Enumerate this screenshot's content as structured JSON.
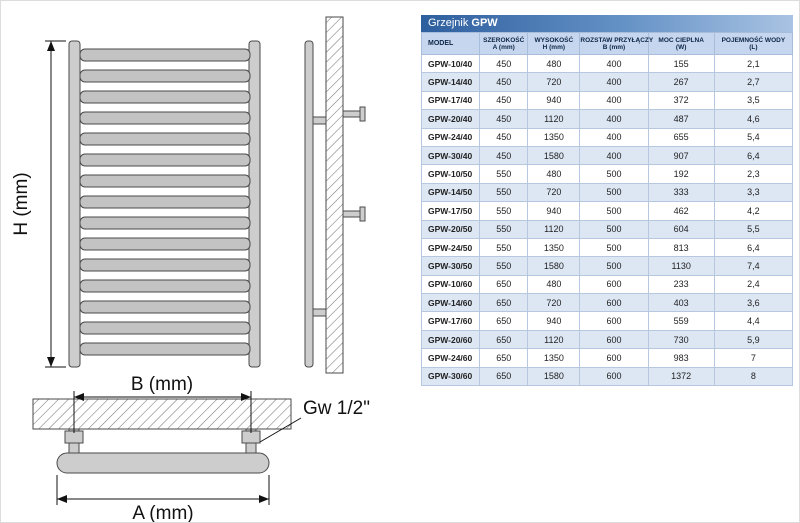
{
  "drawing": {
    "height_label": "H (mm)",
    "pitch_label": "B (mm)",
    "width_label": "A (mm)",
    "thread_label": "Gw 1/2\""
  },
  "table": {
    "title": {
      "prefix": "Grzejnik",
      "name": "GPW"
    },
    "columns": [
      {
        "name": "MODEL",
        "unit": ""
      },
      {
        "name": "SZEROKOŚĆ",
        "unit": "A (mm)"
      },
      {
        "name": "WYSOKOŚĆ",
        "unit": "H (mm)"
      },
      {
        "name": "ROZSTAW PRZYŁĄCZY",
        "unit": "B (mm)"
      },
      {
        "name": "MOC CIEPLNA",
        "unit": "(W)"
      },
      {
        "name": "POJEMNOŚĆ WODY",
        "unit": "(L)"
      }
    ],
    "rows": [
      [
        "GPW-10/40",
        "450",
        "480",
        "400",
        "155",
        "2,1"
      ],
      [
        "GPW-14/40",
        "450",
        "720",
        "400",
        "267",
        "2,7"
      ],
      [
        "GPW-17/40",
        "450",
        "940",
        "400",
        "372",
        "3,5"
      ],
      [
        "GPW-20/40",
        "450",
        "1120",
        "400",
        "487",
        "4,6"
      ],
      [
        "GPW-24/40",
        "450",
        "1350",
        "400",
        "655",
        "5,4"
      ],
      [
        "GPW-30/40",
        "450",
        "1580",
        "400",
        "907",
        "6,4"
      ],
      [
        "GPW-10/50",
        "550",
        "480",
        "500",
        "192",
        "2,3"
      ],
      [
        "GPW-14/50",
        "550",
        "720",
        "500",
        "333",
        "3,3"
      ],
      [
        "GPW-17/50",
        "550",
        "940",
        "500",
        "462",
        "4,2"
      ],
      [
        "GPW-20/50",
        "550",
        "1120",
        "500",
        "604",
        "5,5"
      ],
      [
        "GPW-24/50",
        "550",
        "1350",
        "500",
        "813",
        "6,4"
      ],
      [
        "GPW-30/50",
        "550",
        "1580",
        "500",
        "1130",
        "7,4"
      ],
      [
        "GPW-10/60",
        "650",
        "480",
        "600",
        "233",
        "2,4"
      ],
      [
        "GPW-14/60",
        "650",
        "720",
        "600",
        "403",
        "3,6"
      ],
      [
        "GPW-17/60",
        "650",
        "940",
        "600",
        "559",
        "4,4"
      ],
      [
        "GPW-20/60",
        "650",
        "1120",
        "600",
        "730",
        "5,9"
      ],
      [
        "GPW-24/60",
        "650",
        "1350",
        "600",
        "983",
        "7"
      ],
      [
        "GPW-30/60",
        "650",
        "1580",
        "600",
        "1372",
        "8"
      ]
    ]
  }
}
